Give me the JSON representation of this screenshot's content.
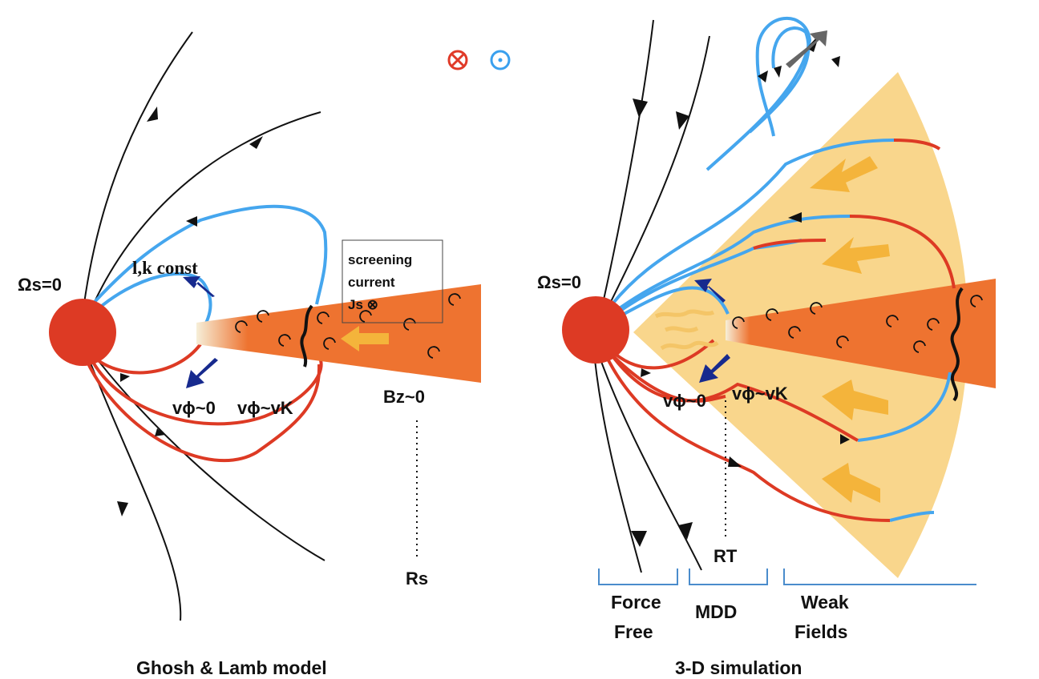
{
  "legend": {
    "into_symbol": "⊗",
    "out_symbol": "⊙",
    "into_color": "#e03a28",
    "out_color": "#3aa0ee"
  },
  "left": {
    "caption": "Ghosh & Lamb model",
    "omega_label": "Ωs=0",
    "lk_label": "l,k const",
    "screening_line1": "screening",
    "screening_line2": "current",
    "screening_line3": "Js ⊗",
    "vphi0_label": "vϕ~0",
    "vphik_label": "vϕ~vK",
    "bz_label": "Bz~0",
    "rs_label": "Rs"
  },
  "right": {
    "caption": "3-D simulation",
    "omega_label": "Ωs=0",
    "vphi0_label": "vϕ~0",
    "vphik_label": "vϕ~vK",
    "rt_label": "RT",
    "regions": {
      "force_free_line1": "Force",
      "force_free_line2": "Free",
      "mdd": "MDD",
      "weak_line1": "Weak",
      "weak_line2": "Fields"
    }
  },
  "colors": {
    "star": "#dd3a24",
    "disk": "#ee7330",
    "wedge": "#f9d68c",
    "field_red": "#dd3a24",
    "field_blue": "#45a6ee",
    "flow_arrow": "#f4b43b",
    "vel_arrow": "#172a8e",
    "bracket": "#4a8ccc"
  }
}
